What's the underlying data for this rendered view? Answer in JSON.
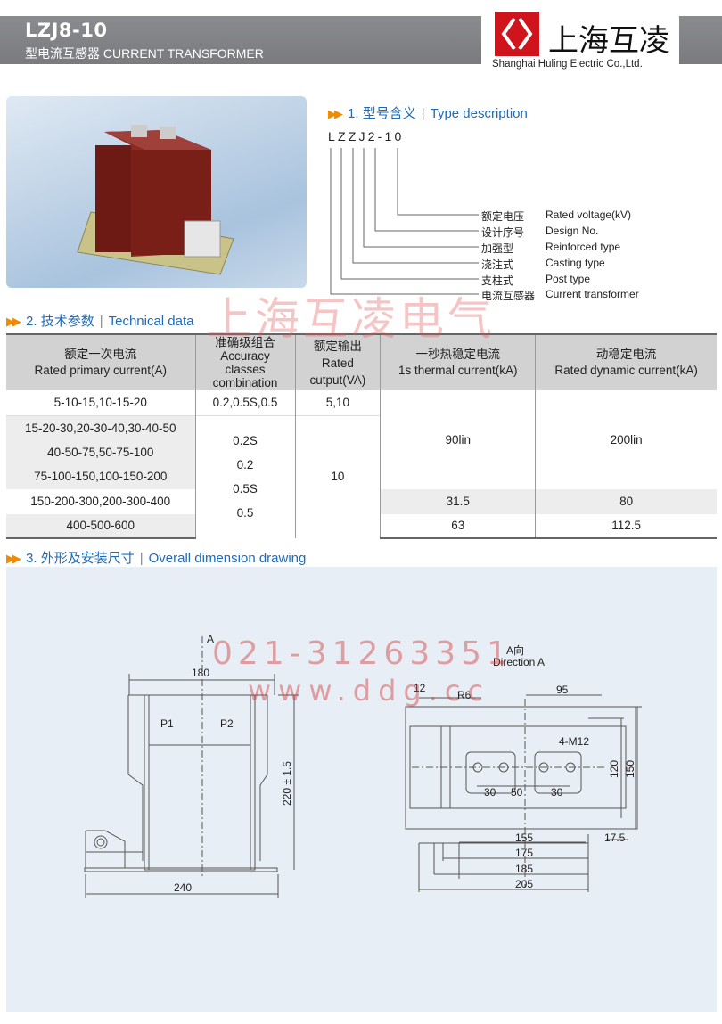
{
  "header": {
    "title": "LZJ8-10",
    "subtitle": "型电流互感器 CURRENT TRANSFORMER"
  },
  "logo": {
    "cn": "上海互凌",
    "en": "Shanghai Huling Electric Co.,Ltd.",
    "brand_color": "#d0141c"
  },
  "section1": {
    "num": "1.",
    "cn": "型号含义",
    "en": "Type description",
    "code": "LZZJ2-10",
    "items": [
      {
        "cn": "额定电压",
        "en": "Rated voltage(kV)"
      },
      {
        "cn": "设计序号",
        "en": "Design No."
      },
      {
        "cn": "加强型",
        "en": "Reinforced type"
      },
      {
        "cn": "浇注式",
        "en": "Casting type"
      },
      {
        "cn": "支柱式",
        "en": "Post type"
      },
      {
        "cn": "电流互感器",
        "en": "Current transformer"
      }
    ]
  },
  "watermark": {
    "cn": "上海互凌电气",
    "phone": "021-31263351",
    "web": "www.ddg.cc"
  },
  "section2": {
    "num": "2.",
    "cn": "技术参数",
    "en": "Technical data",
    "headers": [
      {
        "cn": "额定一次电流",
        "en": "Rated primary current(A)"
      },
      {
        "cn": "准确级组合",
        "en": "Accuracy classes combination"
      },
      {
        "cn": "额定输出",
        "en": "Rated cutput(VA)"
      },
      {
        "cn": "一秒热稳定电流",
        "en": "1s thermal current(kA)"
      },
      {
        "cn": "动稳定电流",
        "en": "Rated dynamic current(kA)"
      }
    ],
    "rows": {
      "r1": {
        "primary": "5-10-15,10-15-20",
        "accuracy": "0.2,0.5S,0.5",
        "output": "5,10"
      },
      "r2": {
        "primary": [
          "15-20-30,20-30-40,30-40-50",
          "40-50-75,50-75-100",
          "75-100-150,100-150-200"
        ]
      },
      "r3": {
        "primary": "150-200-300,200-300-400",
        "thermal": "31.5",
        "dynamic": "80"
      },
      "r4": {
        "primary": "400-500-600",
        "thermal": "63",
        "dynamic": "112.5"
      },
      "merged": {
        "accuracy": [
          "0.2S",
          "0.2",
          "0.5S",
          "0.5"
        ],
        "output": "10",
        "thermal": "90lin",
        "dynamic": "200lin"
      }
    }
  },
  "section3": {
    "num": "3.",
    "cn": "外形及安装尺寸",
    "en": "Overall dimension drawing",
    "front": {
      "arrow": "A",
      "w_top": "180",
      "w_base": "240",
      "height": "220 ± 1.5",
      "p1": "P1",
      "p2": "P2"
    },
    "side": {
      "title_cn": "A向",
      "title_en": "Direction A",
      "d12": "12",
      "r6": "R6",
      "d95": "95",
      "m12": "4-M12",
      "d120": "120",
      "d150": "150",
      "d30a": "30",
      "d50": "50",
      "d30b": "30",
      "d155": "155",
      "d175": "175",
      "d185": "185",
      "d205": "205",
      "d175b": "17.5"
    }
  }
}
